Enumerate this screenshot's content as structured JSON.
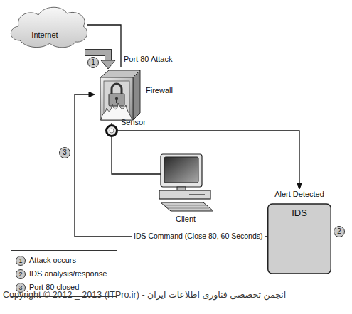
{
  "diagram": {
    "nodes": [
      {
        "text": [
          "Internet"
        ]
      },
      {
        "text": [
          "Firewall"
        ]
      },
      {
        "text": [
          "Sensor"
        ]
      },
      {
        "text": [
          "Client"
        ]
      },
      {
        "text": [
          "Alert Detected",
          "IDS"
        ]
      }
    ],
    "edges": [
      {
        "from": 0,
        "to": 1,
        "arrow": "none"
      },
      {
        "from": 0,
        "to": 1,
        "label": "Port 80 Attack",
        "arrow": "to"
      },
      {
        "from": 1,
        "to": 2,
        "arrow": "none"
      },
      {
        "from": 2,
        "to": 3,
        "arrow": "none"
      },
      {
        "from": 2,
        "to": 4,
        "arrow": "to"
      },
      {
        "from": 4,
        "to": 1,
        "label": "IDS Command (Close 80, 60 Seconds)",
        "arrow": "to"
      }
    ],
    "labels": [
      "1",
      "3",
      "2",
      "1",
      "2",
      "3",
      "Copyright © 2012 _ 2013 (ITPro.ir) - انجمن تخصصی فناوری اطلاعات ایران"
    ],
    "legend": [
      {
        "text": "Attack occurs"
      },
      {
        "text": "IDS analysis/response"
      },
      {
        "text": "Port 80 closed"
      }
    ]
  }
}
